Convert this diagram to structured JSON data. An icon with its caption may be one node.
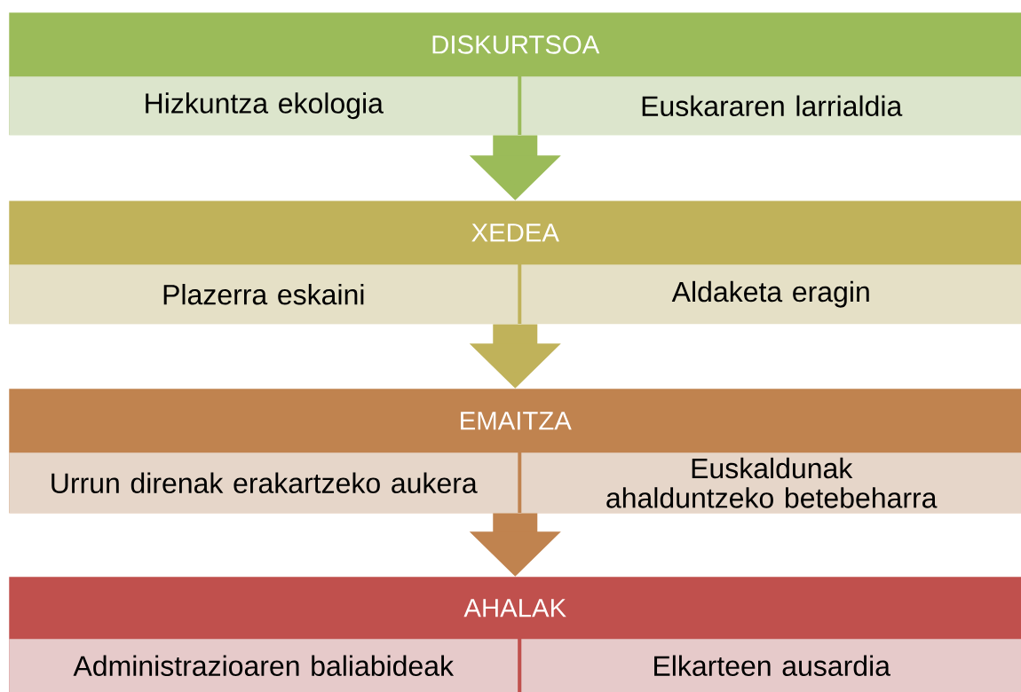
{
  "diagram": {
    "nodes": [
      {
        "text": [
          "DISKURTSOA"
        ]
      },
      {
        "text": [
          "Hizkuntza ekologia"
        ],
        "in": 0
      },
      {
        "text": [
          "Euskararen larrialdia"
        ],
        "in": 0
      },
      {
        "text": [
          "XEDEA"
        ]
      },
      {
        "text": [
          "Plazerra eskaini"
        ],
        "in": 3
      },
      {
        "text": [
          "Aldaketa eragin"
        ],
        "in": 3
      },
      {
        "text": [
          "EMAITZA"
        ]
      },
      {
        "text": [
          "Urrun direnak erakartzeko aukera"
        ],
        "in": 6
      },
      {
        "text": [
          "Euskaldunak ahalduntzeko betebeharra"
        ],
        "in": 6
      },
      {
        "text": [
          "AHALAK"
        ]
      },
      {
        "text": [
          "Administrazioaren baliabideak"
        ],
        "in": 9
      },
      {
        "text": [
          "Elkarteen ausardia"
        ],
        "in": 9
      }
    ],
    "edges": [
      {
        "from": 0,
        "to": 3,
        "arrow": "to",
        "color": "#9bbb59"
      },
      {
        "from": 3,
        "to": 6,
        "arrow": "to",
        "color": "#c0b25a"
      },
      {
        "from": 6,
        "to": 9,
        "arrow": "to",
        "color": "#c0834f"
      }
    ]
  }
}
